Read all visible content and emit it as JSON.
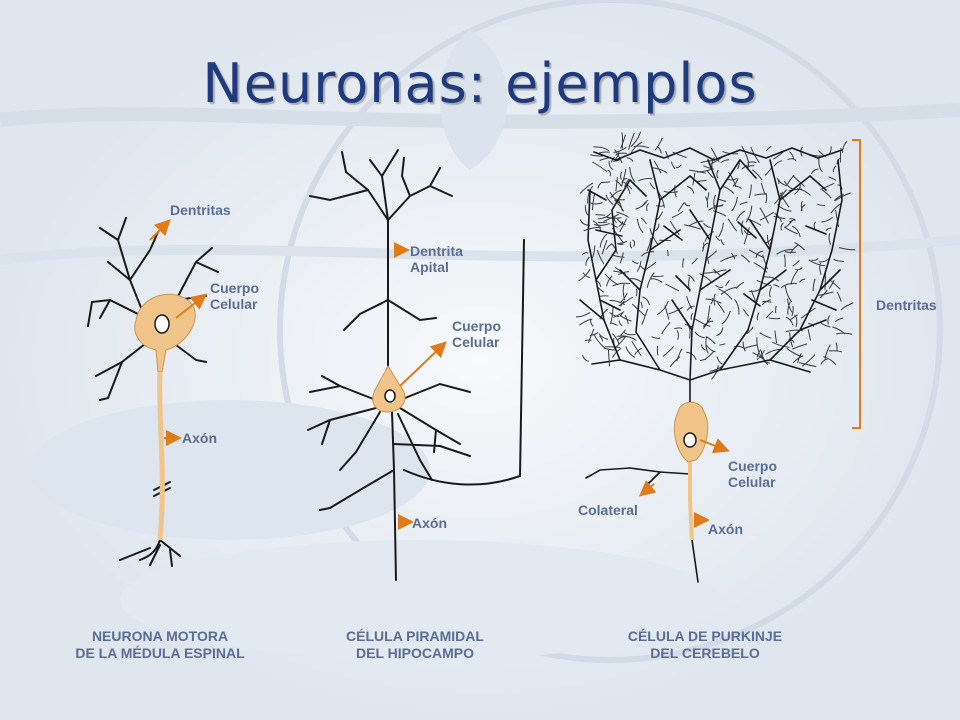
{
  "title": "Neuronas: ejemplos",
  "colors": {
    "title": "#1f3a7d",
    "label": "#5a6e94",
    "arrow": "#e07b1a",
    "soma": "#f1c48a",
    "ink": "#1a1a1a",
    "background": "#e9eef3"
  },
  "motor": {
    "dendrites": "Dentritas",
    "body": [
      "Cuerpo",
      "Celular"
    ],
    "axon": "Axón",
    "caption": [
      "NEURONA MOTORA",
      "DE LA MÉDULA ESPINAL"
    ]
  },
  "pyramidal": {
    "apical": [
      "Dentrita",
      "Apital"
    ],
    "body": [
      "Cuerpo",
      "Celular"
    ],
    "axon": "Axón",
    "caption": [
      "CÉLULA PIRAMIDAL",
      "DEL HIPOCAMPO"
    ]
  },
  "purkinje": {
    "dendrites": "Dentritas",
    "body": [
      "Cuerpo",
      "Celular"
    ],
    "collateral": "Colateral",
    "axon": "Axón",
    "caption": [
      "CÉLULA DE PURKINJE",
      "DEL CEREBELO"
    ]
  }
}
